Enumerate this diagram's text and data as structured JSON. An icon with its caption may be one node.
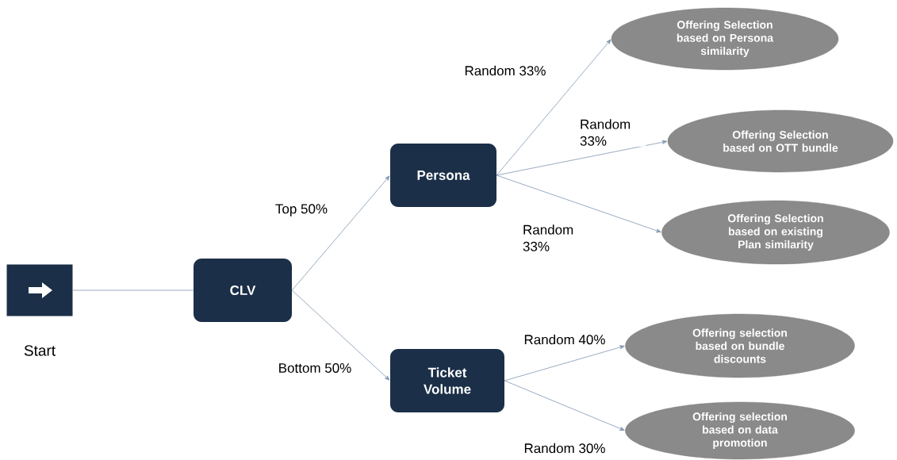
{
  "diagram": {
    "nodes": [
      {
        "text": [],
        "shape": "box",
        "beside": [
          "Start"
        ]
      },
      {
        "text": [
          "CLV"
        ]
      },
      {
        "text": [
          "Persona"
        ]
      },
      {
        "text": [
          "Ticket Volume"
        ]
      },
      {
        "text": [
          "Offering Selection based on Persona similarity"
        ]
      },
      {
        "text": [
          "Offering Selection based on OTT bundle"
        ]
      },
      {
        "text": [
          "Offering Selection based on existing Plan similarity"
        ]
      },
      {
        "text": [
          "Offering selection based on bundle discounts"
        ]
      },
      {
        "text": [
          "Offering selection based on data promotion"
        ]
      }
    ],
    "edges": [
      {
        "from": 0,
        "to": 1,
        "arrow": "none"
      },
      {
        "from": 1,
        "to": 2,
        "arrow": "to",
        "label": "Top 50%"
      },
      {
        "from": 1,
        "to": 3,
        "arrow": "to",
        "label": "Bottom 50%"
      },
      {
        "from": 2,
        "to": 4,
        "arrow": "to",
        "label": "Random 33%"
      },
      {
        "from": 2,
        "to": 5,
        "arrow": "to",
        "label": "Random 33%"
      },
      {
        "from": 2,
        "to": 6,
        "arrow": "to",
        "label": "Random 33%"
      },
      {
        "from": 3,
        "to": 7,
        "arrow": "to",
        "label": "Random 40%"
      },
      {
        "from": 3,
        "to": 8,
        "arrow": "to",
        "label": "Random 30%"
      }
    ]
  }
}
